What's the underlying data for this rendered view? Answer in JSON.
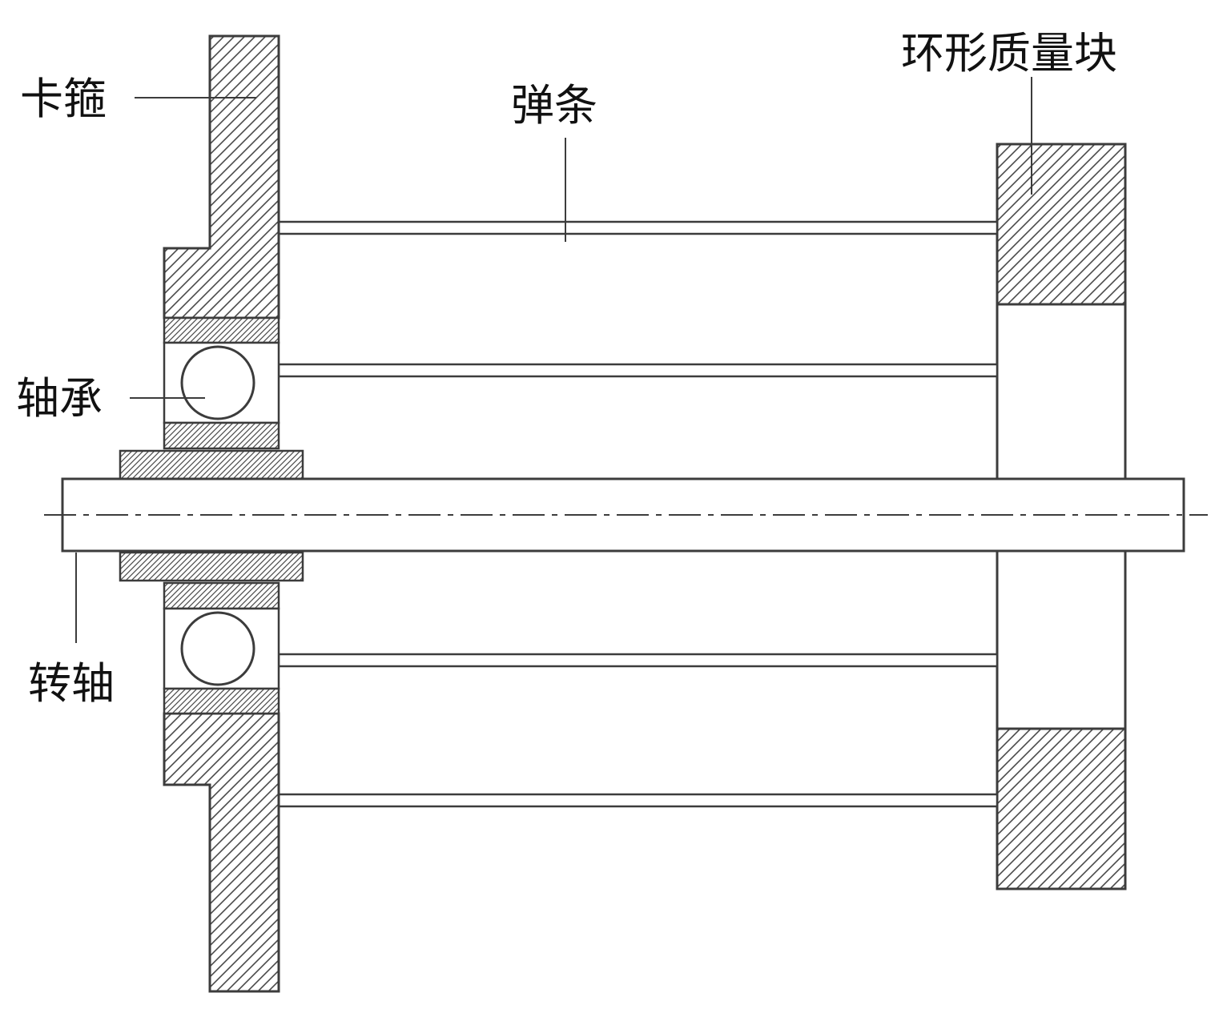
{
  "figure": {
    "type": "engineering-cross-section-diagram",
    "labels": {
      "clamp": "卡箍",
      "spring_bar": "弹条",
      "annular_mass_block": "环形质量块",
      "bearing": "轴承",
      "rotating_shaft": "转轴"
    },
    "colors": {
      "line": "#3c3c3c",
      "background": "#ffffff",
      "text": "#111111"
    }
  }
}
